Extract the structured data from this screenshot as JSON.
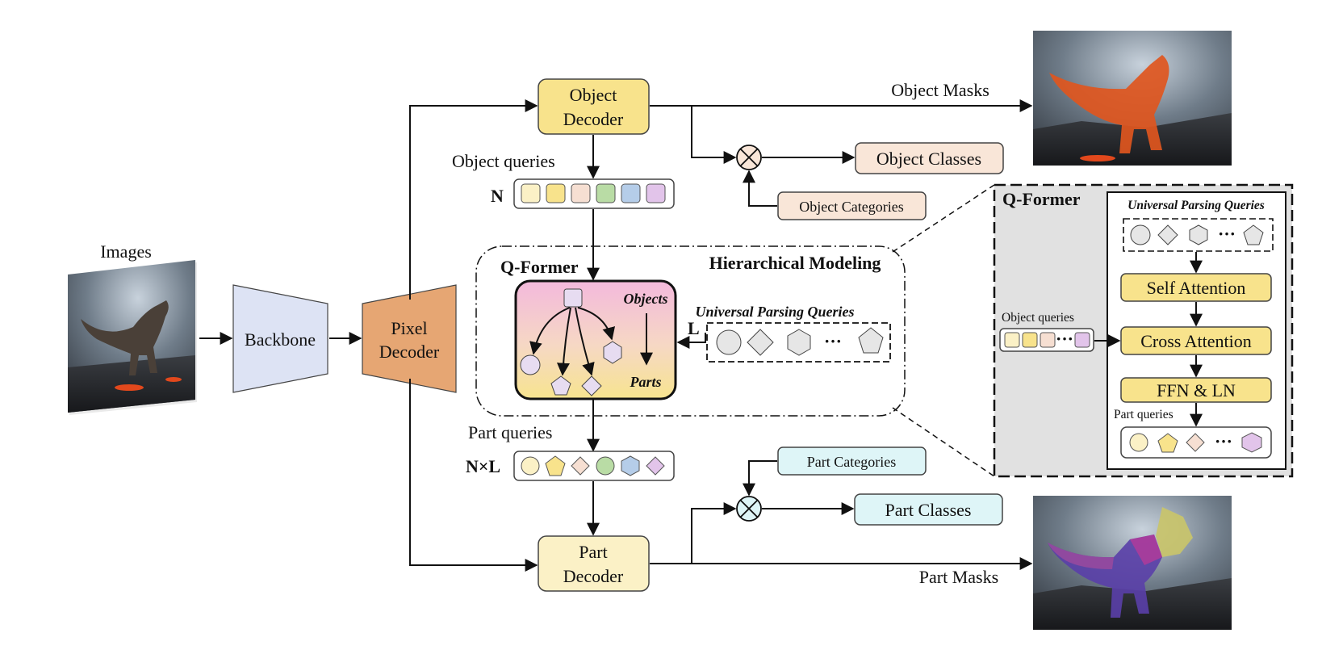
{
  "labels": {
    "images": "Images",
    "backbone": "Backbone",
    "pixel_decoder_1": "Pixel",
    "pixel_decoder_2": "Decoder",
    "object_decoder_1": "Object",
    "object_decoder_2": "Decoder",
    "part_decoder_1": "Part",
    "part_decoder_2": "Decoder",
    "object_queries": "Object queries",
    "n": "N",
    "part_queries": "Part queries",
    "nxl": "N×L",
    "object_masks": "Object Masks",
    "part_masks": "Part Masks",
    "object_classes": "Object Classes",
    "object_categories": "Object Categories",
    "part_categories": "Part Categories",
    "part_classes": "Part Classes",
    "qformer": "Q-Former",
    "hierarchical_modeling": "Hierarchical Modeling",
    "objects": "Objects",
    "parts": "Parts",
    "universal_parsing_queries": "Universal Parsing Queries",
    "l": "L",
    "ellipsis": "···"
  },
  "inset": {
    "title": "Q-Former",
    "universal_parsing_queries": "Universal Parsing Queries",
    "object_queries": "Object queries",
    "self_attention": "Self Attention",
    "cross_attention": "Cross Attention",
    "ffn_ln": "FFN & LN",
    "part_queries": "Part queries",
    "ellipsis": "···"
  },
  "colors": {
    "backbone": "#dde3f4",
    "pixel_decoder": "#e6a673",
    "object_decoder": "#f8e38c",
    "part_decoder": "#fbf1c6",
    "object_class_box": "#f9e6d8",
    "part_class_box": "#def5f7",
    "inset_bg": "#e1e1e1",
    "attention_box": "#f8e38c",
    "query_yellow_light": "#fbf1c6",
    "query_yellow": "#f8e38c",
    "query_peach": "#f6dfd2",
    "query_green": "#b9dca5",
    "query_blue": "#b5cde9",
    "query_purple": "#e2c4ea",
    "shape_lilac": "#e7dcf1"
  }
}
